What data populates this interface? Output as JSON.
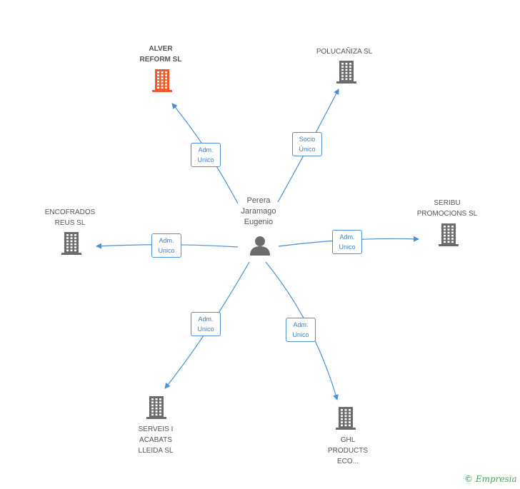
{
  "center": {
    "name": "Perera\nJaramago\nEugenio",
    "icon": "person-icon"
  },
  "nodes": [
    {
      "id": "alver",
      "name": "ALVER\nREFORM SL",
      "main": true,
      "color": "#f05a28",
      "icon": "building-icon"
    },
    {
      "id": "polucaniza",
      "name": "POLUCAÑIZA SL",
      "main": false,
      "color": "#6b6b6b",
      "icon": "building-icon"
    },
    {
      "id": "seribu",
      "name": "SERIBU\nPROMOCIONS SL",
      "main": false,
      "color": "#6b6b6b",
      "icon": "building-icon"
    },
    {
      "id": "encofrados",
      "name": "ENCOFRADOS\nREUS SL",
      "main": false,
      "color": "#6b6b6b",
      "icon": "building-icon"
    },
    {
      "id": "serveis",
      "name": "SERVEIS I\nACABATS\nLLEIDA SL",
      "main": false,
      "color": "#6b6b6b",
      "icon": "building-icon"
    },
    {
      "id": "ghl",
      "name": "GHL\nPRODUCTS\nECO...",
      "main": false,
      "color": "#6b6b6b",
      "icon": "building-icon"
    }
  ],
  "edges": [
    {
      "to": "alver",
      "label": "Adm.\nUnico"
    },
    {
      "to": "polucaniza",
      "label": "Socio\nÚnico"
    },
    {
      "to": "seribu",
      "label": "Adm.\nUnico"
    },
    {
      "to": "encofrados",
      "label": "Adm.\nUnico"
    },
    {
      "to": "serveis",
      "label": "Adm.\nUnico"
    },
    {
      "to": "ghl",
      "label": "Adm.\nUnico"
    }
  ],
  "colors": {
    "edge": "#4a90d9",
    "person": "#6b6b6b"
  },
  "footer": {
    "copyright": "©",
    "brand": "Empresia"
  }
}
